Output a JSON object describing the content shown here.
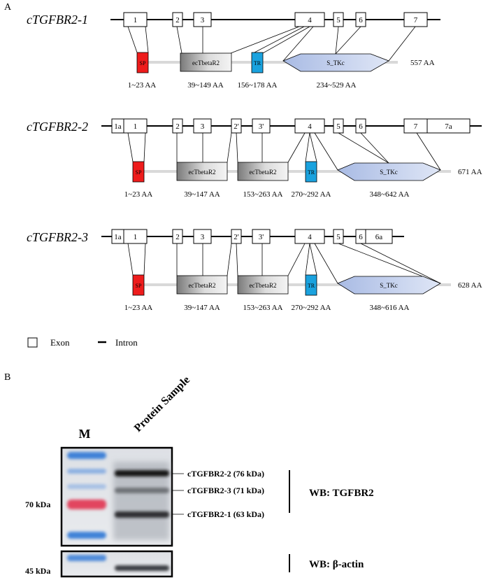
{
  "panels": {
    "a": "A",
    "b": "B"
  },
  "isoforms": [
    {
      "name": "cTGFBR2-1",
      "exons": [
        "1",
        "2",
        "3",
        "4",
        "5",
        "6",
        "7"
      ],
      "domains": [
        "SP",
        "ecTbetaR2",
        "TR",
        "S_TKc"
      ],
      "ranges": [
        "1~23 AA",
        "39~149 AA",
        "156~178 AA",
        "234~529 AA"
      ],
      "length": "557 AA"
    },
    {
      "name": "cTGFBR2-2",
      "exons": [
        "1a",
        "1",
        "2",
        "3",
        "2'",
        "3'",
        "4",
        "5",
        "6",
        "7",
        "7a"
      ],
      "domains": [
        "SP",
        "ecTbetaR2",
        "ecTbetaR2",
        "TR",
        "S_TKc"
      ],
      "ranges": [
        "1~23 AA",
        "39~147 AA",
        "153~263 AA",
        "270~292 AA",
        "348~642 AA"
      ],
      "length": "671 AA"
    },
    {
      "name": "cTGFBR2-3",
      "exons": [
        "1a",
        "1",
        "2",
        "3",
        "2'",
        "3'",
        "4",
        "5",
        "6",
        "6a"
      ],
      "domains": [
        "SP",
        "ecTbetaR2",
        "ecTbetaR2",
        "TR",
        "S_TKc"
      ],
      "ranges": [
        "1~23 AA",
        "39~147 AA",
        "153~263 AA",
        "270~292 AA",
        "348~616 AA"
      ],
      "length": "628 AA"
    }
  ],
  "legend": {
    "exon": "Exon",
    "intron": "Intron"
  },
  "blot": {
    "marker_lane": "M",
    "sample_lane": "Protein Sample",
    "mw_markers": [
      "70 kDa",
      "45 kDa"
    ],
    "band_labels": [
      "cTGFBR2-2 (76 kDa)",
      "cTGFBR2-3 (71 kDa)",
      "cTGFBR2-1 (63 kDa)"
    ],
    "wb_tgfbr2": "WB: TGFBR2",
    "wb_actin": "WB: β-actin"
  },
  "colors": {
    "sp": "#ee1c1c",
    "tr": "#1aa2de",
    "stkc": "#b8c7e8",
    "protein_line": "#d9d9d9",
    "marker_blue": "#3f82d8",
    "marker_red": "#e2445e"
  }
}
